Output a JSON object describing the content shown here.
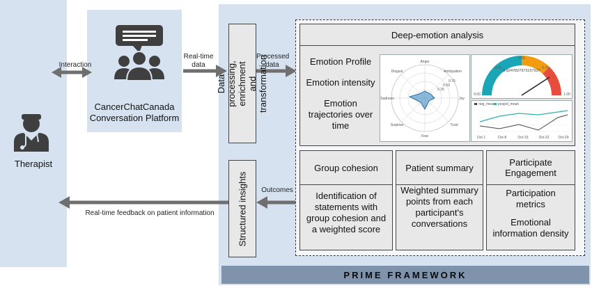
{
  "therapist": {
    "label": "Therapist"
  },
  "platform": {
    "name": "CancerChatCanada Conversation Platform"
  },
  "arrows": {
    "interaction": "Interaction",
    "realtime_data": "Real-time data",
    "processed_data": "Processed data",
    "outcomes": "Outcomes",
    "feedback": "Real-time feedback on patient information"
  },
  "processing": {
    "label": "Data processing, enrichment and transformation"
  },
  "insights": {
    "label": "Structured insights"
  },
  "deep_emotion": {
    "title": "Deep-emotion analysis",
    "items": [
      "Emotion Profile",
      "Emotion intensity",
      "Emotion trajectories over time"
    ]
  },
  "radar": {
    "axes": [
      "Anger",
      "Anticipation",
      "Joy",
      "Trust",
      "Fear",
      "Surprise",
      "Sadness",
      "Disgust"
    ],
    "rings": [
      "0.25",
      "0.50",
      "0.75"
    ]
  },
  "gauge": {
    "value_text": "0.8247827973157937",
    "ticks": [
      "0.25",
      "0.50",
      "0.75",
      "0.00",
      "1.00"
    ]
  },
  "line_chart": {
    "legend": [
      "neg_mean",
      "pospol_mean"
    ],
    "xticks": [
      "Oct-1",
      "Oct-8",
      "Oct-15",
      "Oct-22",
      "Oct-29"
    ]
  },
  "cohesion": {
    "title": "Group cohesion",
    "body": "Identification of statements with group cohesion and a weighted score"
  },
  "summary": {
    "title": "Patient summary",
    "body": "Weighted summary points from each participant's conversations"
  },
  "engagement": {
    "title": "Participate Engagement",
    "body1": "Participation metrics",
    "body2": "Emotional information density"
  },
  "framework": {
    "label": "PRIME FRAMEWORK"
  },
  "colors": {
    "panel": "#d7e2f1",
    "arrow": "#6f6f6f",
    "bar": "#7f93ac",
    "radar_fill": "#3f88c5",
    "gauge_teal": "#1aa6b7",
    "gauge_orange": "#f39c12",
    "gauge_red": "#e74c3c"
  }
}
